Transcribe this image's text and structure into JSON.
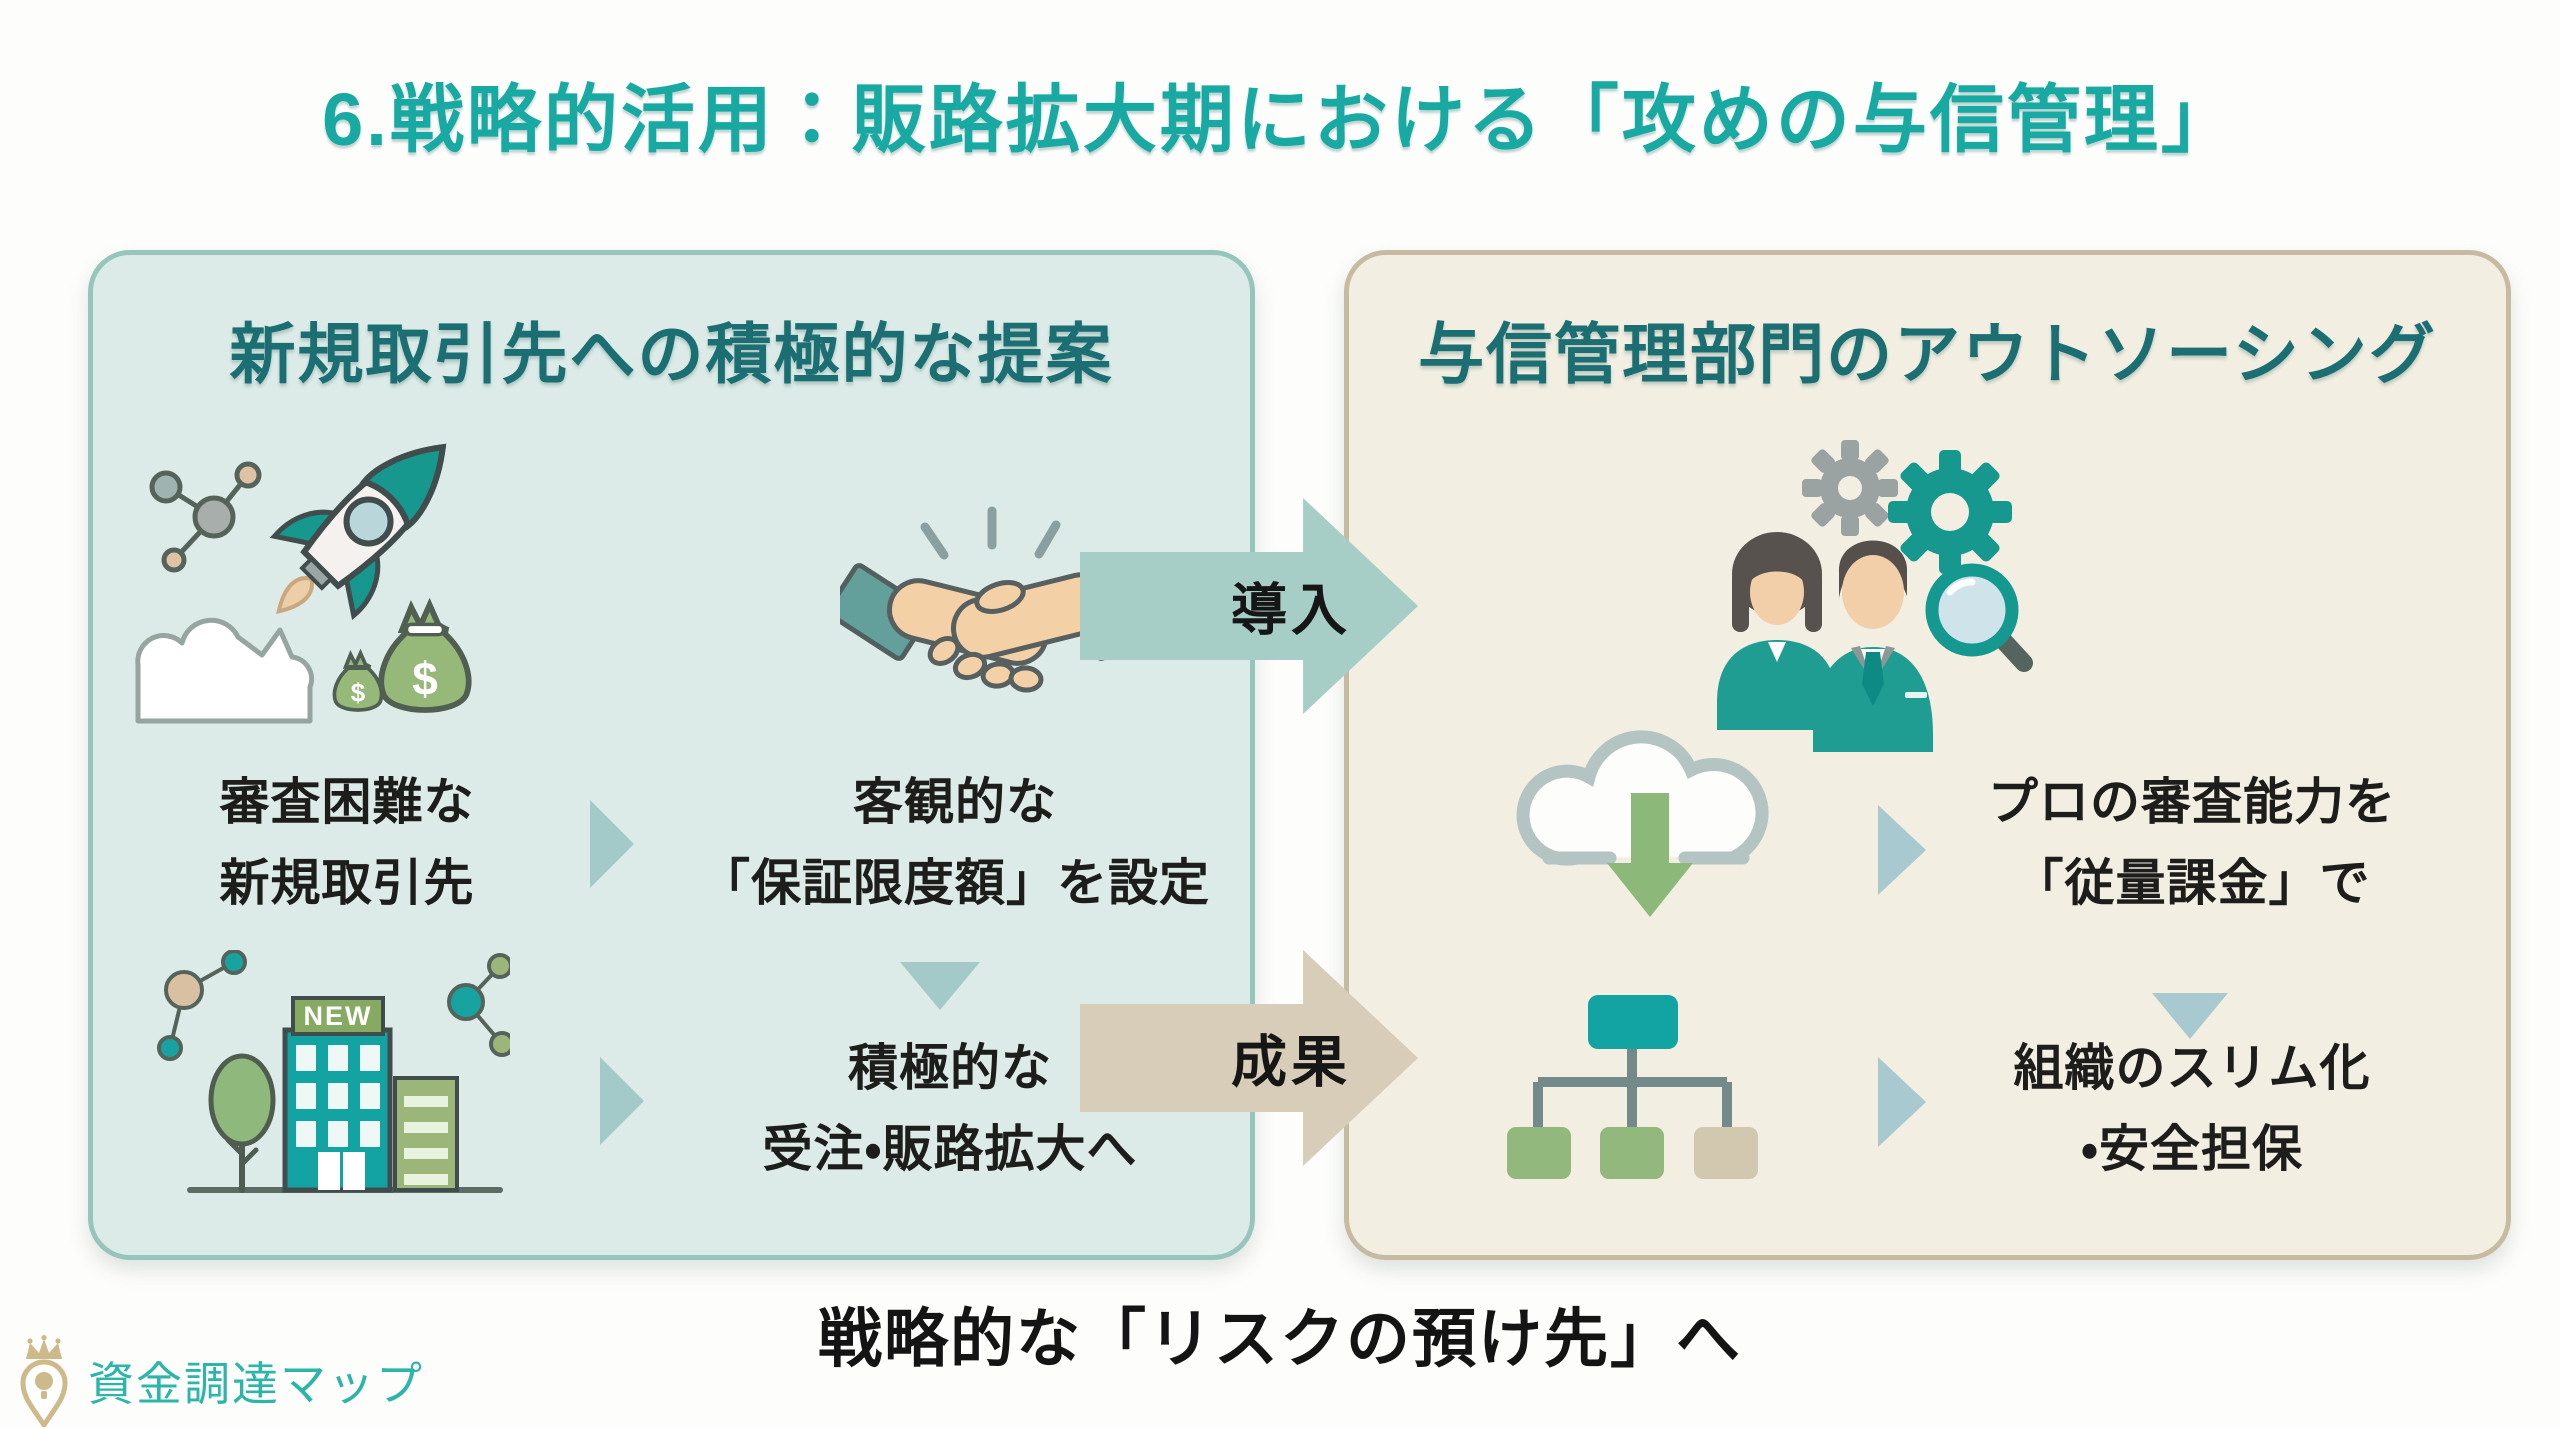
{
  "title": "6.戦略的活用：販路拡大期における「攻めの与信管理」",
  "left_panel": {
    "header": "新規取引先への積極的な提案",
    "money_bag_symbol": "$",
    "building_sign": "NEW",
    "row1": {
      "source_line1": "審査困難な",
      "source_line2": "新規取引先",
      "result_line1": "客観的な",
      "result_line2": "「保証限度額」を設定"
    },
    "row2": {
      "result_line1": "積極的な",
      "result_line2": "受注・販路拡大へ"
    }
  },
  "right_panel": {
    "header": "与信管理部門のアウトソーシング",
    "row1": {
      "result_line1": "プロの審査能力を",
      "result_line2": "「従量課金」で"
    },
    "row2": {
      "result_line1": "組織のスリム化",
      "result_line2": "・安全担保"
    }
  },
  "flow": {
    "intro_arrow_label": "導入",
    "result_arrow_label": "成果"
  },
  "footer": {
    "conclusion": "戦略的な「リスクの預け先」へ",
    "brand_name": "資金調達マップ"
  },
  "colors": {
    "title_teal": "#17a9a2",
    "header_teal": "#1b6e72",
    "left_panel_bg": "#dcebe7",
    "left_panel_border": "#96c5bb",
    "right_panel_bg": "#f2eee2",
    "right_panel_border": "#c6bba1",
    "intro_arrow": "#a6cdc6",
    "result_arrow": "#d7cdb9",
    "flow_triangle": "#a3c9c8",
    "body_text": "#1d1d1b",
    "brand_teal": "#2cb5a8",
    "brand_gold": "#cdb98a"
  }
}
